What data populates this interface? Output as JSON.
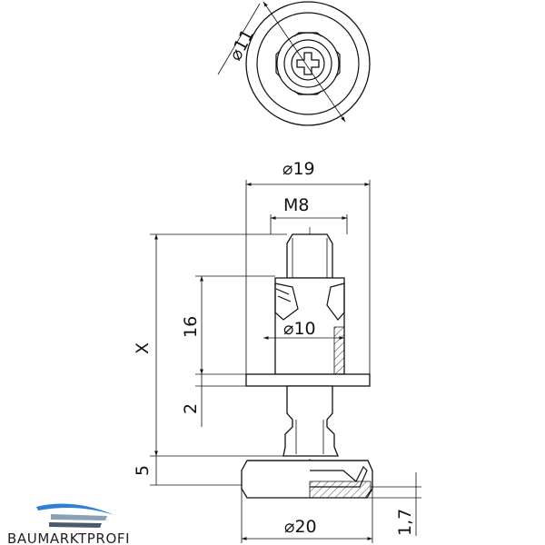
{
  "dimensions": {
    "top_diameter": "⌀11",
    "overall_diameter": "⌀19",
    "thread": "M8",
    "length": "X",
    "sleeve_length": "16",
    "sleeve_diameter": "⌀10",
    "flange_thickness": "2",
    "foot_height": "5",
    "foot_diameter": "⌀20",
    "pad_thickness": "1,7"
  },
  "logo": {
    "text": "BAUMARKTPROFI",
    "colors": [
      "#2f7fd6",
      "#8aa0b5",
      "#4b5a68"
    ]
  }
}
